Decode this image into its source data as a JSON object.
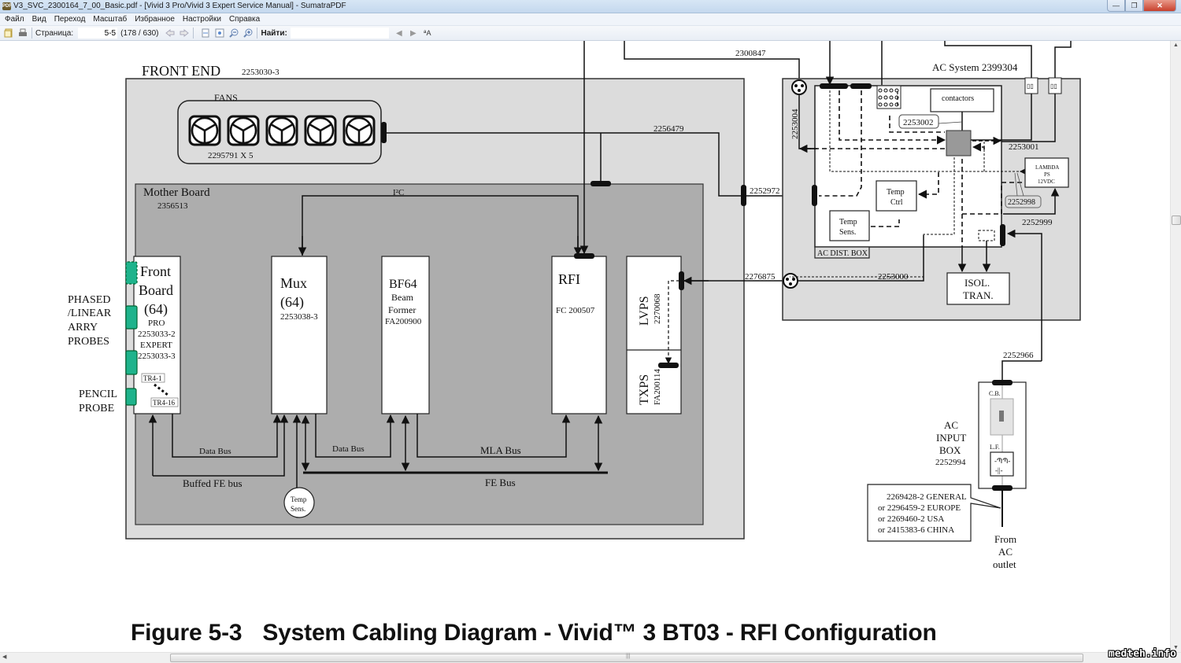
{
  "window": {
    "title": "V3_SVC_2300164_7_00_Basic.pdf - [Vivid 3 Pro/Vivid 3 Expert Service Manual] - SumatraPDF",
    "app_icon": "PDF",
    "minimize": "—",
    "restore": "❐",
    "close": "✕"
  },
  "menu": [
    "Файл",
    "Вид",
    "Переход",
    "Масштаб",
    "Избранное",
    "Настройки",
    "Справка"
  ],
  "toolbar": {
    "page_label": "Страница:",
    "page_value": "5-5",
    "page_count": "(178 / 630)",
    "find_label": "Найти:",
    "find_value": "",
    "match_case": "ªA"
  },
  "diagram": {
    "front_end": {
      "title": "FRONT END",
      "part": "2253030-3"
    },
    "fans": {
      "label": "FANS",
      "part": "2295791 X 5",
      "count": 5
    },
    "mother_board": {
      "title": "Mother Board",
      "part": "2356513",
      "i2c": "I²C"
    },
    "front_board": {
      "l1": "Front",
      "l2": "Board",
      "l3": "(64)",
      "l4": "PRO",
      "l5": "2253033-2",
      "l6": "EXPERT",
      "l7": "2253033-3",
      "tr1": "TR4-1",
      "tr16": "TR4-16"
    },
    "probes": {
      "phased1": "PHASED",
      "phased2": "/LINEAR",
      "phased3": "ARRY",
      "phased4": "PROBES",
      "pencil1": "PENCIL",
      "pencil2": "PROBE"
    },
    "mux": {
      "l1": "Mux",
      "l2": "(64)",
      "part": "2253038-3"
    },
    "bf64": {
      "l1": "BF64",
      "l2": "Beam",
      "l3": "Former",
      "part": "FA200900"
    },
    "rfi": {
      "title": "RFI",
      "part": "FC 200507"
    },
    "lvps": {
      "title": "LVPS",
      "part": "2270068"
    },
    "txps": {
      "title": "TXPS",
      "part": "FA200114"
    },
    "buses": {
      "data_bus_1": "Data Bus",
      "data_bus_2": "Data Bus",
      "mla_bus": "MLA Bus",
      "buffed_fe_bus": "Buffed FE bus",
      "fe_bus": "FE Bus"
    },
    "temp_sens_fe": {
      "l1": "Temp",
      "l2": "Sens."
    },
    "cables": {
      "c2300847": "2300847",
      "c2256479": "2256479",
      "c2252972": "2252972",
      "c2276875": "2276875",
      "c2253000": "2253000",
      "c2253004": "2253004",
      "c2253002": "2253002",
      "c2253001": "2253001",
      "c2252998": "2252998",
      "c2252999": "2252999",
      "c2252966": "2252966"
    },
    "ac_system": {
      "title": "AC System 2399304",
      "contactors": "contactors",
      "lambda1": "LAMBDA",
      "lambda2": "PS",
      "lambda3": "12VDC",
      "temp_ctrl1": "Temp",
      "temp_ctrl2": "Ctrl",
      "temp_sens1": "Temp",
      "temp_sens2": "Sens.",
      "dist_box": "AC DIST. BOX",
      "isol1": "ISOL.",
      "isol2": "TRAN."
    },
    "ac_input": {
      "l1": "AC",
      "l2": "INPUT",
      "l3": "BOX",
      "part": "2252994",
      "cb": "C.B.",
      "lf": "L.F."
    },
    "power_cords": [
      "2269428-2 GENERAL",
      "or 2296459-2 EUROPE",
      "or 2269460-2 USA",
      "or 2415383-6 CHINA"
    ],
    "from_ac": {
      "l1": "From",
      "l2": "AC",
      "l3": "outlet"
    }
  },
  "caption": {
    "number": "Figure 5-3",
    "text": "System Cabling Diagram - Vivid™ 3 BT03 - RFI Configuration"
  },
  "watermark": "medteh.info"
}
